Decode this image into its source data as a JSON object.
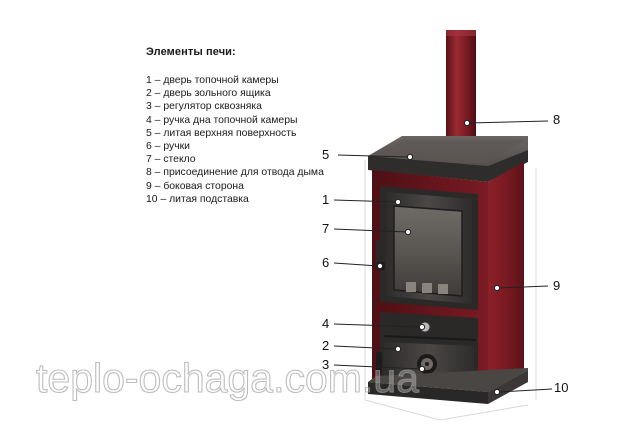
{
  "legend": {
    "title": "Элементы печи:",
    "items": [
      "1 – дверь топочной камеры",
      "2 – дверь зольного ящика",
      "3 – регулятор сквозняка",
      "4 – ручка дна топочной камеры",
      "5 – литая верхняя поверхность",
      "6 – ручки",
      "7 – стекло",
      "8 – присоединение для отвода дыма",
      "9 – боковая сторона",
      "10 – литая подставка"
    ]
  },
  "callouts": {
    "c1": "1",
    "c2": "2",
    "c3": "3",
    "c4": "4",
    "c5": "5",
    "c6": "6",
    "c7": "7",
    "c8": "8",
    "c9": "9",
    "c10": "10"
  },
  "watermark": "teplo-ochaga.com.ua",
  "colors": {
    "stove_red": "#7a1a22",
    "stove_red_dark": "#4e0f15",
    "cast_iron": "#3c3a39",
    "cast_iron_top": "#5a5552"
  }
}
